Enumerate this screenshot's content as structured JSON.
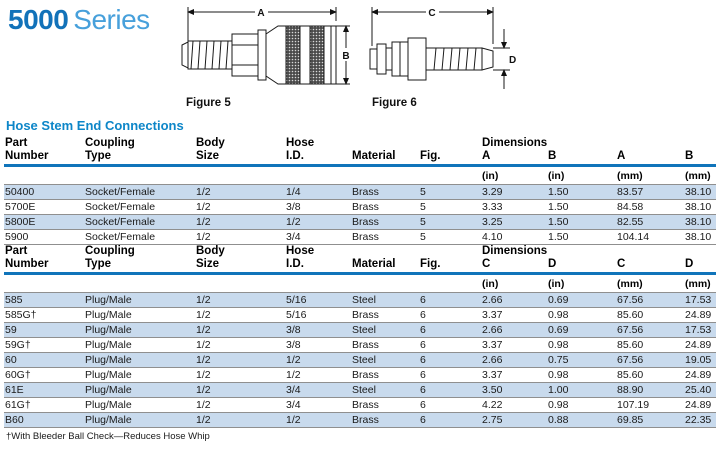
{
  "page": {
    "title_primary": "5000",
    "title_secondary": "Series",
    "section_heading": "Hose Stem End Connections",
    "footnote": "†With Bleeder Ball Check—Reduces Hose Whip"
  },
  "colors": {
    "title_primary": "#1272b9",
    "title_secondary": "#47a0db",
    "section_heading": "#0d86c8",
    "table_rule": "#1074ba",
    "row_shading": "#c8daed",
    "row_separator": "#8f8f8f"
  },
  "figures": [
    {
      "label": "Figure 5",
      "dim_top": "A",
      "dim_side": "B"
    },
    {
      "label": "Figure 6",
      "dim_top": "C",
      "dim_side": "D"
    }
  ],
  "tables": [
    {
      "head": {
        "line1": [
          "Part",
          "Coupling",
          "Body",
          "Hose",
          "",
          "",
          "Dimensions"
        ],
        "line2": [
          "Number",
          "Type",
          "Size",
          "I.D.",
          "Material",
          "Fig.",
          "A",
          "B",
          "A",
          "B"
        ],
        "units": [
          "",
          "",
          "",
          "",
          "",
          "",
          "(in)",
          "(in)",
          "(mm)",
          "(mm)"
        ]
      },
      "rows": [
        [
          "50400",
          "Socket/Female",
          "1/2",
          "1/4",
          "Brass",
          "5",
          "3.29",
          "1.50",
          "83.57",
          "38.10"
        ],
        [
          "5700E",
          "Socket/Female",
          "1/2",
          "3/8",
          "Brass",
          "5",
          "3.33",
          "1.50",
          "84.58",
          "38.10"
        ],
        [
          "5800E",
          "Socket/Female",
          "1/2",
          "1/2",
          "Brass",
          "5",
          "3.25",
          "1.50",
          "82.55",
          "38.10"
        ],
        [
          "5900",
          "Socket/Female",
          "1/2",
          "3/4",
          "Brass",
          "5",
          "4.10",
          "1.50",
          "104.14",
          "38.10"
        ]
      ]
    },
    {
      "head": {
        "line1": [
          "Part",
          "Coupling",
          "Body",
          "Hose",
          "",
          "",
          "Dimensions"
        ],
        "line2": [
          "Number",
          "Type",
          "Size",
          "I.D.",
          "Material",
          "Fig.",
          "C",
          "D",
          "C",
          "D"
        ],
        "units": [
          "",
          "",
          "",
          "",
          "",
          "",
          "(in)",
          "(in)",
          "(mm)",
          "(mm)"
        ]
      },
      "rows": [
        [
          "585",
          "Plug/Male",
          "1/2",
          "5/16",
          "Steel",
          "6",
          "2.66",
          "0.69",
          "67.56",
          "17.53"
        ],
        [
          "585G†",
          "Plug/Male",
          "1/2",
          "5/16",
          "Brass",
          "6",
          "3.37",
          "0.98",
          "85.60",
          "24.89"
        ],
        [
          "59",
          "Plug/Male",
          "1/2",
          "3/8",
          "Steel",
          "6",
          "2.66",
          "0.69",
          "67.56",
          "17.53"
        ],
        [
          "59G†",
          "Plug/Male",
          "1/2",
          "3/8",
          "Brass",
          "6",
          "3.37",
          "0.98",
          "85.60",
          "24.89"
        ],
        [
          "60",
          "Plug/Male",
          "1/2",
          "1/2",
          "Steel",
          "6",
          "2.66",
          "0.75",
          "67.56",
          "19.05"
        ],
        [
          "60G†",
          "Plug/Male",
          "1/2",
          "1/2",
          "Brass",
          "6",
          "3.37",
          "0.98",
          "85.60",
          "24.89"
        ],
        [
          "61E",
          "Plug/Male",
          "1/2",
          "3/4",
          "Steel",
          "6",
          "3.50",
          "1.00",
          "88.90",
          "25.40"
        ],
        [
          "61G†",
          "Plug/Male",
          "1/2",
          "3/4",
          "Brass",
          "6",
          "4.22",
          "0.98",
          "107.19",
          "24.89"
        ],
        [
          "B60",
          "Plug/Male",
          "1/2",
          "1/2",
          "Brass",
          "6",
          "2.75",
          "0.88",
          "69.85",
          "22.35"
        ]
      ]
    }
  ]
}
